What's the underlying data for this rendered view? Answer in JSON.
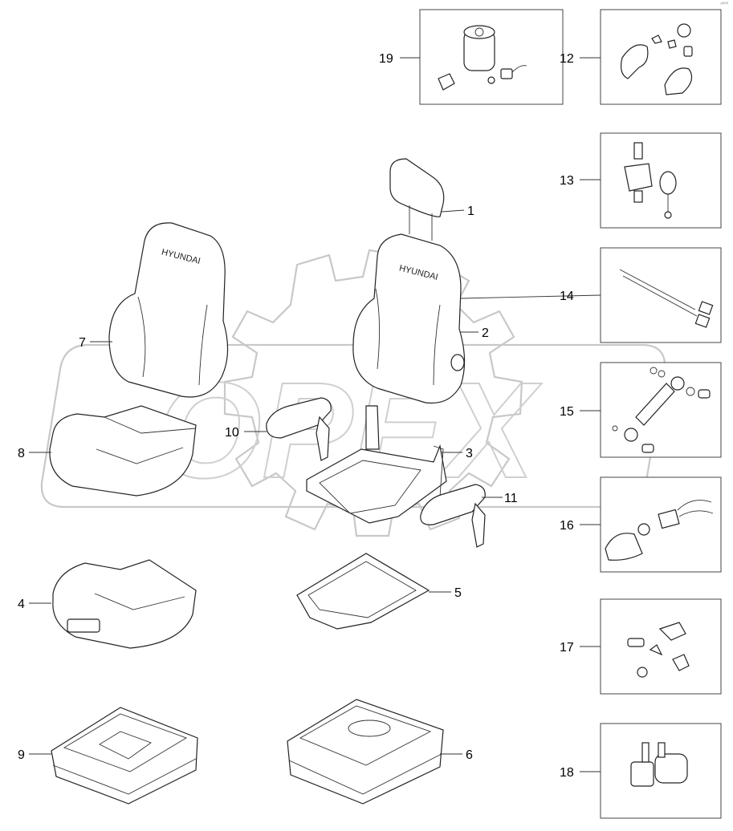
{
  "watermark": {
    "text": "OPEX"
  },
  "corner_mark": "ᵉ⁰⁰⁰",
  "parts": [
    {
      "number": "1"
    },
    {
      "number": "2"
    },
    {
      "number": "3"
    },
    {
      "number": "4"
    },
    {
      "number": "5"
    },
    {
      "number": "6"
    },
    {
      "number": "7"
    },
    {
      "number": "8"
    },
    {
      "number": "9"
    },
    {
      "number": "10"
    },
    {
      "number": "11"
    },
    {
      "number": "12"
    },
    {
      "number": "13"
    },
    {
      "number": "14"
    },
    {
      "number": "15"
    },
    {
      "number": "16"
    },
    {
      "number": "17"
    },
    {
      "number": "18"
    },
    {
      "number": "19"
    }
  ],
  "brand_labels": {
    "seat_back_7": "HYUNDAI",
    "seat_back_2": "HYUNDAI"
  }
}
